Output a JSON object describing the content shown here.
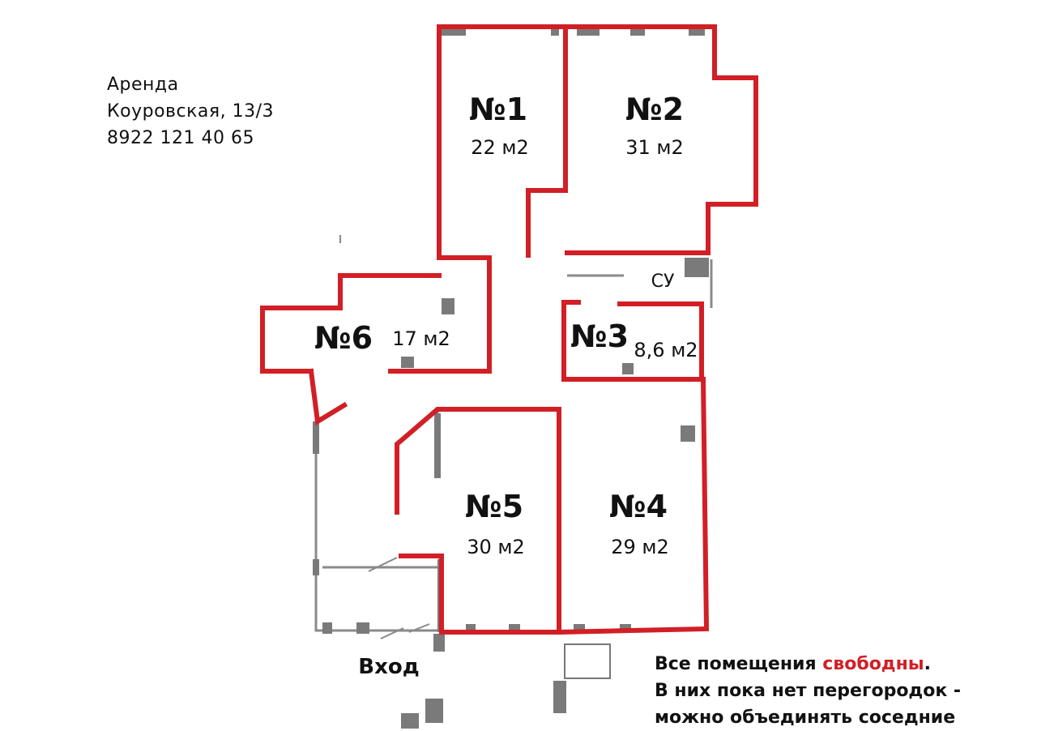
{
  "info": {
    "line1": "Аренда",
    "line2": "Коуровская, 13/3",
    "line3": "8922 121 40 65"
  },
  "rooms": [
    {
      "id": "1",
      "label": "№1",
      "area": "22 м2"
    },
    {
      "id": "2",
      "label": "№2",
      "area": "31 м2"
    },
    {
      "id": "3",
      "label": "№3",
      "area": "8,6 м2"
    },
    {
      "id": "4",
      "label": "№4",
      "area": "29 м2"
    },
    {
      "id": "5",
      "label": "№5",
      "area": "30 м2"
    },
    {
      "id": "6",
      "label": "№6",
      "area": "17 м2"
    }
  ],
  "su_label": "СУ",
  "entry_label": "Вход",
  "note": {
    "line1_prefix": "Все помещения ",
    "line1_highlight": "свободны",
    "line1_suffix": ".",
    "line2": "В них пока нет перегородок -",
    "line3": "можно объединять соседние"
  },
  "colors": {
    "outline": "#d21f26",
    "wall": "#4a4a4a",
    "text": "#111111"
  }
}
